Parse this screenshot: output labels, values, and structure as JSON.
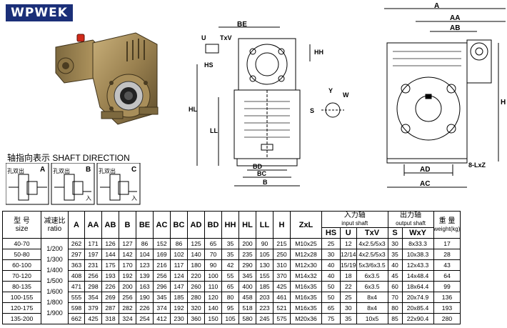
{
  "brand": "WPWEK",
  "shaft_direction_title": "轴指向表示  SHAFT DIRECTION",
  "shaft_diagrams": [
    {
      "letter": "A",
      "left_label": "孔双出",
      "right_label": ""
    },
    {
      "letter": "B",
      "left_label": "孔双出",
      "right_label": "入"
    },
    {
      "letter": "C",
      "left_label": "孔双出",
      "right_label": "入"
    }
  ],
  "front_view_labels": {
    "be": "BE",
    "u": "U",
    "txv": "TxV",
    "hh": "HH",
    "hs": "HS",
    "hl": "HL",
    "ll": "LL",
    "s": "S",
    "y": "Y",
    "w": "W",
    "bd": "BD",
    "bc": "BC",
    "b": "B"
  },
  "side_view_labels": {
    "a": "A",
    "aa": "AA",
    "ab": "AB",
    "h": "H",
    "ad": "AD",
    "ac": "AC",
    "zxl": "8-LxZ"
  },
  "table": {
    "header": {
      "model_cn": "型 号",
      "model_en": "size",
      "ratio_cn": "减速比",
      "ratio_en": "ratio",
      "cols": [
        "A",
        "AA",
        "AB",
        "B",
        "BE",
        "AC",
        "BC",
        "AD",
        "BD",
        "HH",
        "HL",
        "LL",
        "H",
        "ZxL"
      ],
      "input_cn": "入力轴",
      "input_en": "input shaft",
      "input_cols": [
        "HS",
        "U",
        "TxV"
      ],
      "output_cn": "出力轴",
      "output_en": "output shaft",
      "output_cols": [
        "S",
        "WxY"
      ],
      "weight_cn": "重 量",
      "weight_en": "weight(kg)"
    },
    "ratios": [
      "1/200",
      "1/300",
      "1/400",
      "1/500",
      "1/600",
      "1/800",
      "1/900"
    ],
    "rows": [
      {
        "size": "40-70",
        "cells": [
          "262",
          "171",
          "126",
          "127",
          "86",
          "152",
          "86",
          "125",
          "65",
          "35",
          "200",
          "90",
          "215",
          "M10x25",
          "25",
          "12",
          "4x2.5/5x3",
          "30",
          "8x33.3",
          "17"
        ]
      },
      {
        "size": "50-80",
        "cells": [
          "297",
          "197",
          "144",
          "142",
          "104",
          "169",
          "102",
          "140",
          "70",
          "35",
          "235",
          "105",
          "250",
          "M12x28",
          "30",
          "12/14",
          "4x2.5/5x3",
          "35",
          "10x38.3",
          "28"
        ]
      },
      {
        "size": "60-100",
        "cells": [
          "363",
          "231",
          "175",
          "170",
          "123",
          "216",
          "117",
          "180",
          "90",
          "42",
          "290",
          "130",
          "310",
          "M12x30",
          "40",
          "15/19",
          "5x3/6x3.5",
          "40",
          "12x43.3",
          "43"
        ]
      },
      {
        "size": "70-120",
        "cells": [
          "408",
          "256",
          "193",
          "192",
          "139",
          "256",
          "124",
          "220",
          "100",
          "55",
          "345",
          "155",
          "370",
          "M14x32",
          "40",
          "18",
          "6x3.5",
          "45",
          "14x48.4",
          "64"
        ]
      },
      {
        "size": "80-135",
        "cells": [
          "471",
          "298",
          "226",
          "200",
          "163",
          "296",
          "147",
          "260",
          "110",
          "65",
          "400",
          "185",
          "425",
          "M16x35",
          "50",
          "22",
          "6x3.5",
          "60",
          "18x64.4",
          "99"
        ]
      },
      {
        "size": "100-155",
        "cells": [
          "555",
          "354",
          "269",
          "256",
          "190",
          "345",
          "185",
          "280",
          "120",
          "80",
          "458",
          "203",
          "461",
          "M16x35",
          "50",
          "25",
          "8x4",
          "70",
          "20x74.9",
          "136"
        ]
      },
      {
        "size": "120-175",
        "cells": [
          "598",
          "379",
          "287",
          "282",
          "226",
          "374",
          "192",
          "320",
          "140",
          "95",
          "518",
          "223",
          "521",
          "M16x35",
          "65",
          "30",
          "8x4",
          "80",
          "20x85.4",
          "193"
        ]
      },
      {
        "size": "135-200",
        "cells": [
          "662",
          "425",
          "318",
          "324",
          "254",
          "412",
          "230",
          "360",
          "150",
          "105",
          "580",
          "245",
          "575",
          "M20x36",
          "75",
          "35",
          "10x5",
          "85",
          "22x90.4",
          "280"
        ]
      }
    ]
  },
  "colors": {
    "brand_bg": "#1b2f78",
    "drawing_line": "#000000",
    "hatch": "#555555"
  }
}
